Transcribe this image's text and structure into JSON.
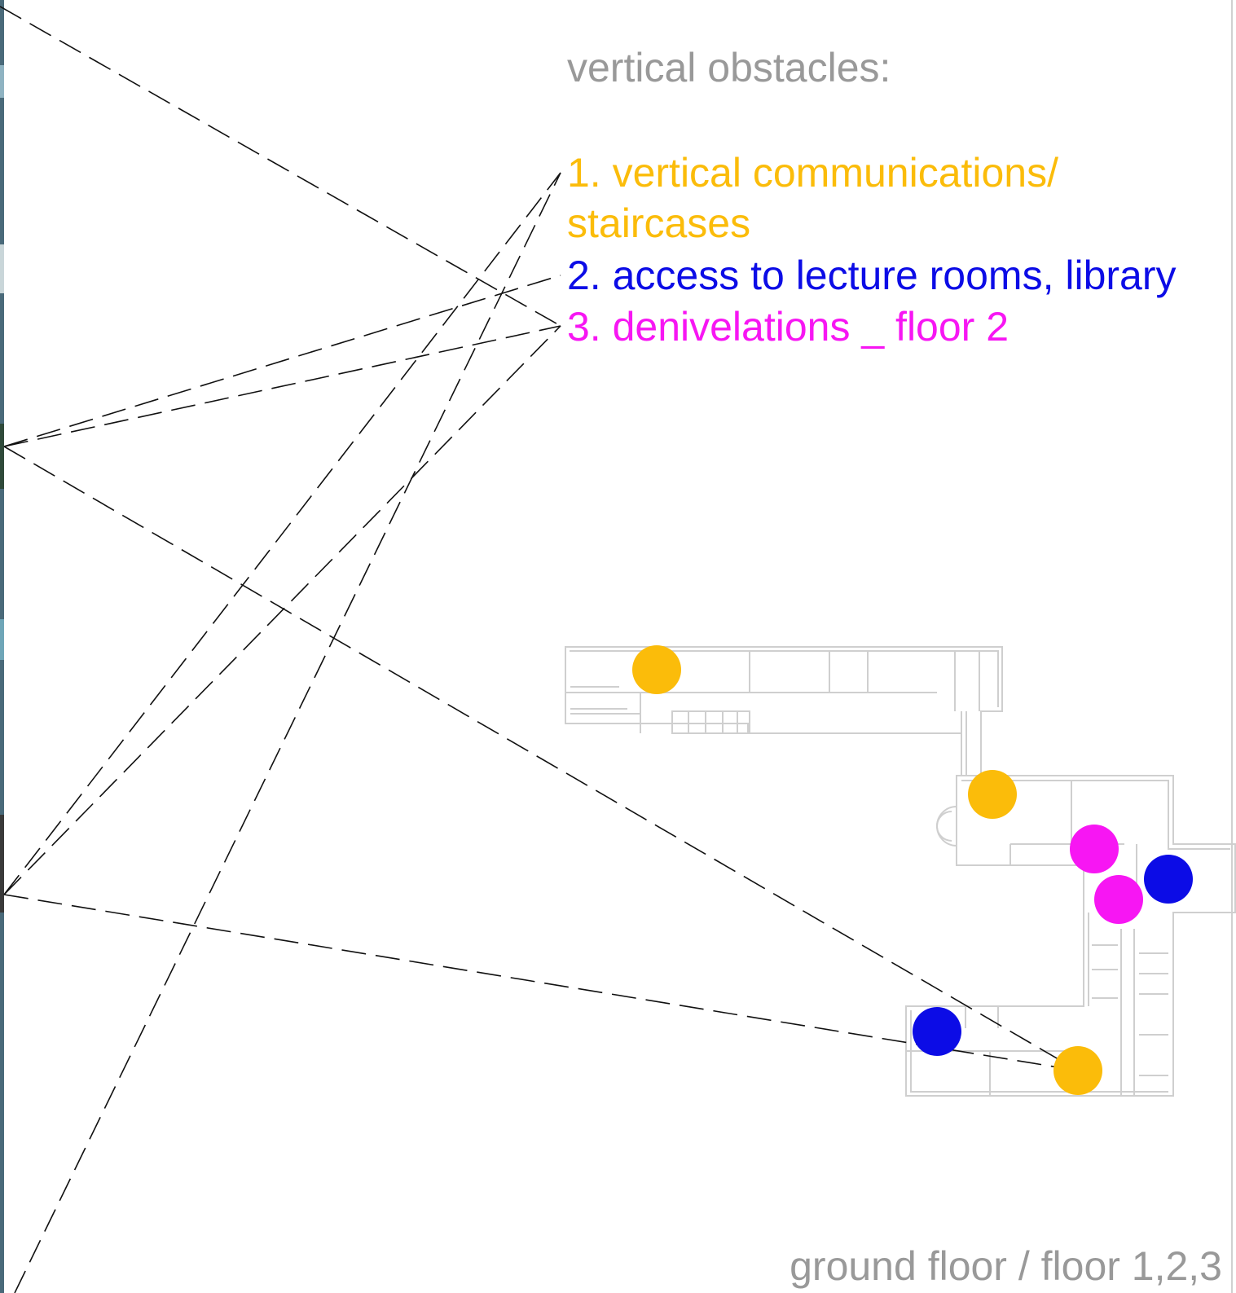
{
  "heading": "vertical obstacles:",
  "legend": [
    {
      "lines": [
        "1. vertical communications/",
        "staircases"
      ],
      "color": "#fbbc0a"
    },
    {
      "lines": [
        "2. access to lecture rooms, library"
      ],
      "color": "#0c0ce6"
    },
    {
      "lines": [
        "3. denivelations _ floor 2"
      ],
      "color": "#f716f3"
    }
  ],
  "footer": "ground floor / floor 1,2,3",
  "colors": {
    "text_gray": "#999999",
    "staircase": "#fbbc0a",
    "access": "#0c0ce6",
    "denivelation": "#f716f3",
    "plan_lines": "#cfcfcf",
    "leader_lines": "#111111"
  },
  "markers": [
    {
      "category": "staircases",
      "count": 3
    },
    {
      "category": "access to lecture rooms, library",
      "count": 2
    },
    {
      "category": "denivelations _ floor 2",
      "count": 2
    }
  ]
}
